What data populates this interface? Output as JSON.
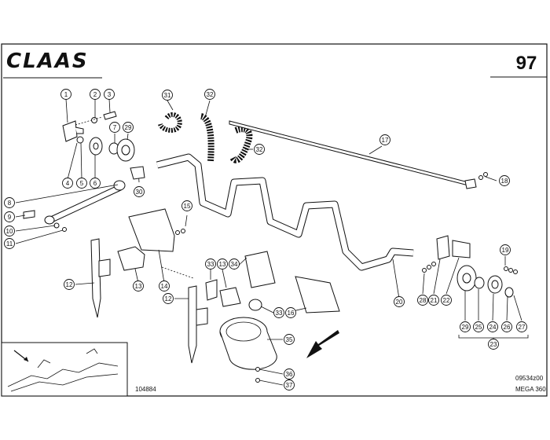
{
  "header": {
    "brand": "CLAAS",
    "page_number": "97"
  },
  "footer": {
    "drawing_number": "104884",
    "sheet_code": "09534z00",
    "model": "MEGA 360"
  },
  "callouts": [
    {
      "num": "1"
    },
    {
      "num": "2"
    },
    {
      "num": "3"
    },
    {
      "num": "4"
    },
    {
      "num": "5"
    },
    {
      "num": "6"
    },
    {
      "num": "7"
    },
    {
      "num": "29"
    },
    {
      "num": "8"
    },
    {
      "num": "9"
    },
    {
      "num": "10"
    },
    {
      "num": "11"
    },
    {
      "num": "30"
    },
    {
      "num": "31"
    },
    {
      "num": "32"
    },
    {
      "num": "32"
    },
    {
      "num": "17"
    },
    {
      "num": "18"
    },
    {
      "num": "15"
    },
    {
      "num": "12"
    },
    {
      "num": "13"
    },
    {
      "num": "14"
    },
    {
      "num": "33"
    },
    {
      "num": "13"
    },
    {
      "num": "34"
    },
    {
      "num": "33"
    },
    {
      "num": "16"
    },
    {
      "num": "12"
    },
    {
      "num": "20"
    },
    {
      "num": "28"
    },
    {
      "num": "21"
    },
    {
      "num": "22"
    },
    {
      "num": "19"
    },
    {
      "num": "29"
    },
    {
      "num": "25"
    },
    {
      "num": "24"
    },
    {
      "num": "26"
    },
    {
      "num": "27"
    },
    {
      "num": "23"
    },
    {
      "num": "35"
    },
    {
      "num": "36"
    },
    {
      "num": "37"
    }
  ]
}
